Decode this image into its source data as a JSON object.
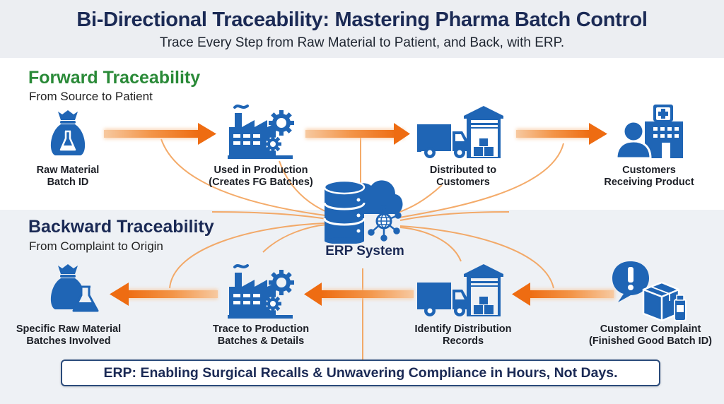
{
  "header": {
    "title": "Bi-Directional Traceability: Mastering Pharma Batch Control",
    "subtitle": "Trace Every Step from Raw Material to Patient, and Back, with ERP."
  },
  "forward": {
    "title": "Forward Traceability",
    "subtitle": "From Source to Patient",
    "steps": [
      {
        "icon": "raw-material-bag-icon",
        "line1": "Raw Material",
        "line2": "Batch ID"
      },
      {
        "icon": "factory-gear-icon",
        "line1": "Used in Production",
        "line2": "(Creates FG Batches)"
      },
      {
        "icon": "truck-warehouse-icon",
        "line1": "Distributed to",
        "line2": "Customers"
      },
      {
        "icon": "patient-hospital-icon",
        "line1": "Customers",
        "line2": "Receiving Product"
      }
    ]
  },
  "backward": {
    "title": "Backward Traceability",
    "subtitle": "From Complaint to Origin",
    "steps": [
      {
        "icon": "raw-material-bag-flask-icon",
        "line1": "Specific Raw Material",
        "line2": "Batches Involved"
      },
      {
        "icon": "factory-gear-icon",
        "line1": "Trace to Production",
        "line2": "Batches & Details"
      },
      {
        "icon": "truck-warehouse-icon",
        "line1": "Identify Distribution",
        "line2": "Records"
      },
      {
        "icon": "complaint-box-icon",
        "line1": "Customer Complaint",
        "line2": "(Finished Good Batch ID)"
      }
    ]
  },
  "erp": {
    "label": "ERP System",
    "icon": "database-cloud-network-icon"
  },
  "banner": {
    "text": "ERP: Enabling Surgical Recalls & Unwavering Compliance in Hours, Not Days."
  },
  "colors": {
    "icon_blue": "#1f65b5",
    "arrow_orange": "#f07a1e",
    "title_navy": "#1b2a55",
    "forward_green": "#2a8a38"
  }
}
